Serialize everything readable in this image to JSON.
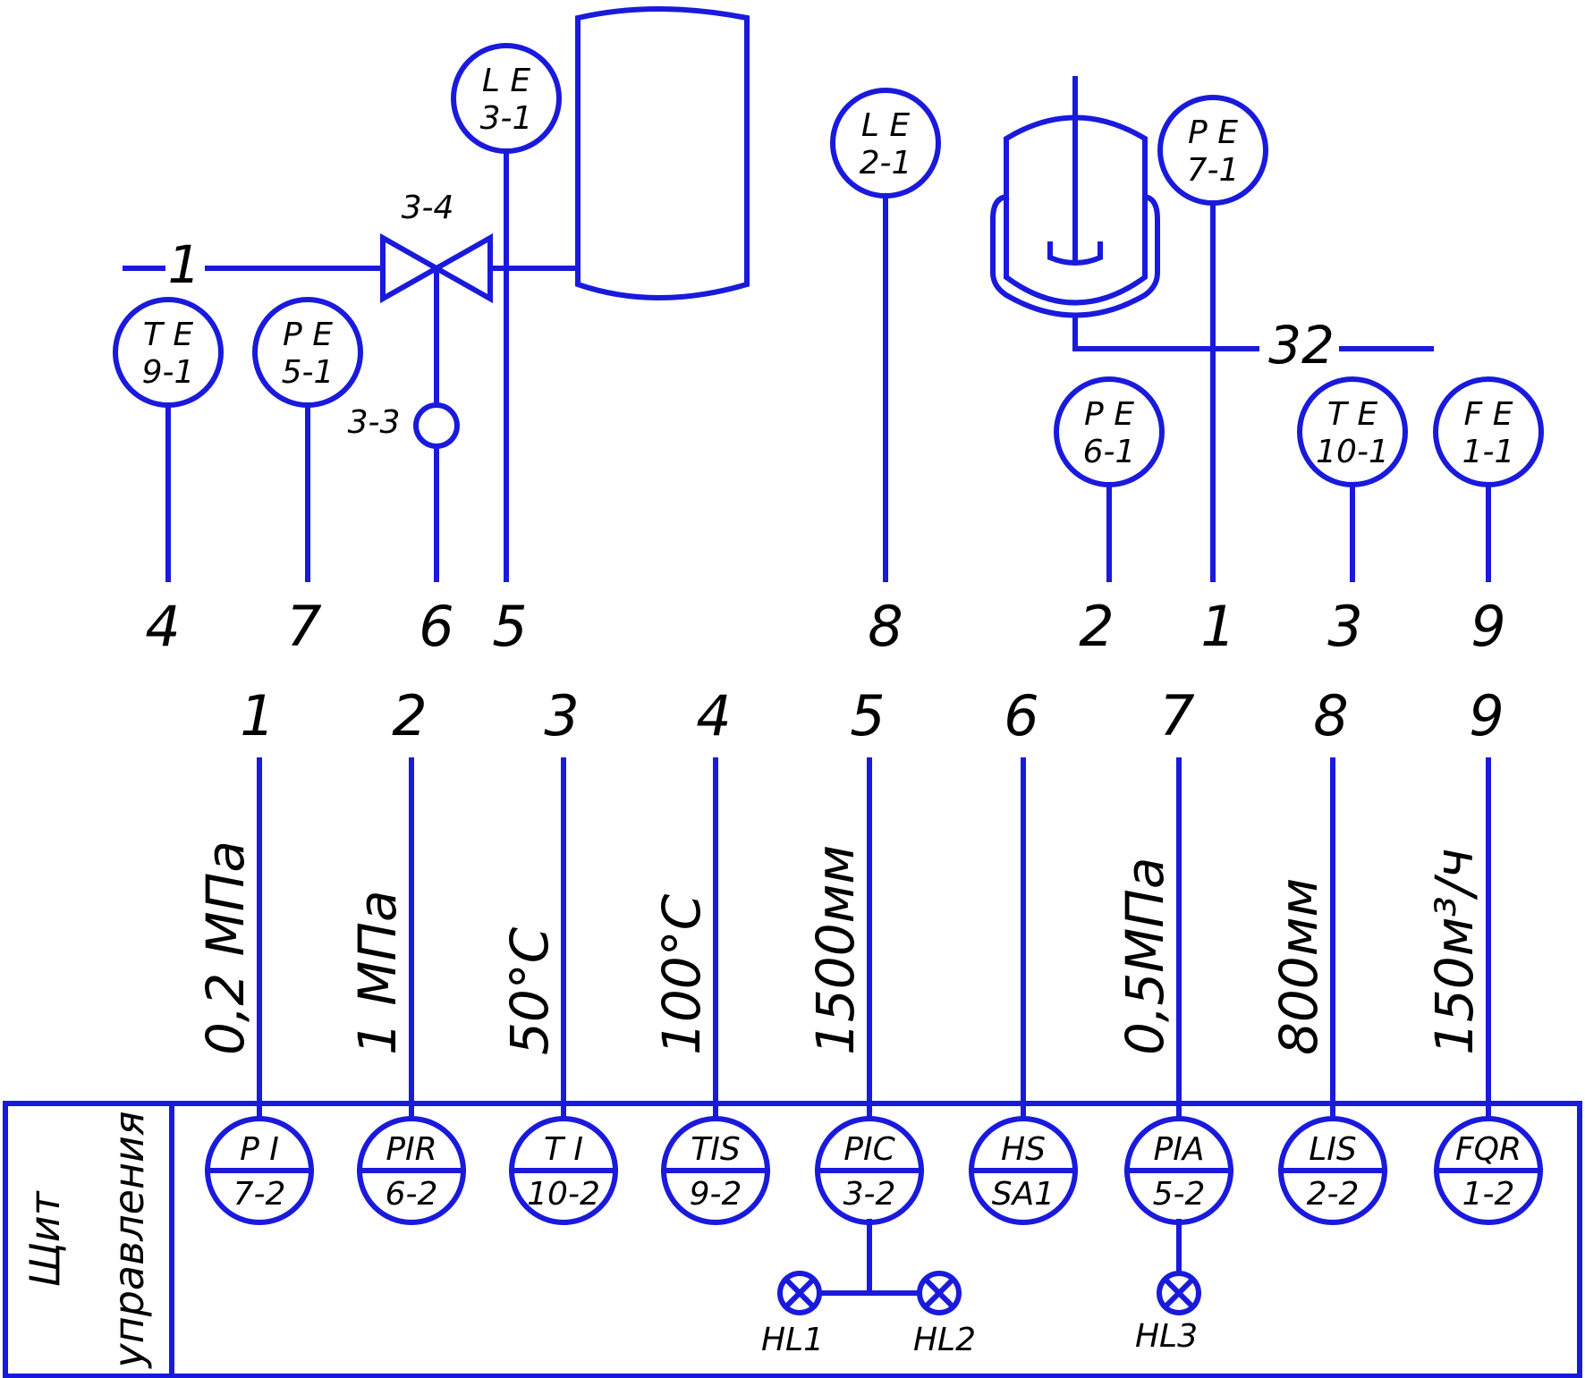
{
  "colors": {
    "line": "#1a1adc",
    "text": "#000000",
    "background": "#ffffff"
  },
  "pipeline_labels": {
    "left": "1",
    "right": "32"
  },
  "valve": {
    "label": "3-4",
    "actuator_label": "3-3"
  },
  "field_instruments": [
    {
      "id": "te-9-1",
      "top": "T E",
      "bottom": "9-1",
      "cable": "4"
    },
    {
      "id": "pe-5-1",
      "top": "P E",
      "bottom": "5-1",
      "cable": "7"
    },
    {
      "id": "le-3-1",
      "top": "L E",
      "bottom": "3-1",
      "cable": "5"
    },
    {
      "id": "le-2-1",
      "top": "L E",
      "bottom": "2-1",
      "cable": "8"
    },
    {
      "id": "pe-7-1",
      "top": "P E",
      "bottom": "7-1",
      "cable": "1"
    },
    {
      "id": "pe-6-1",
      "top": "P E",
      "bottom": "6-1",
      "cable": "2"
    },
    {
      "id": "te-10-1",
      "top": "T E",
      "bottom": "10-1",
      "cable": "3"
    },
    {
      "id": "fe-1-1",
      "top": "F E",
      "bottom": "1-1",
      "cable": "9"
    }
  ],
  "valve_cable": "6",
  "panel_title_line1": "Щит",
  "panel_title_line2": "управления",
  "channels": [
    {
      "num": "1",
      "value": "0,2 МПа",
      "top": "P I",
      "bottom": "7-2"
    },
    {
      "num": "2",
      "value": "1 МПа",
      "top": "PIR",
      "bottom": "6-2"
    },
    {
      "num": "3",
      "value": "50°C",
      "top": "T I",
      "bottom": "10-2"
    },
    {
      "num": "4",
      "value": "100°C",
      "top": "TIS",
      "bottom": "9-2"
    },
    {
      "num": "5",
      "value": "1500мм",
      "top": "PIC",
      "bottom": "3-2"
    },
    {
      "num": "6",
      "value": "",
      "top": "HS",
      "bottom": "SA1"
    },
    {
      "num": "7",
      "value": "0,5МПа",
      "top": "PIA",
      "bottom": "5-2"
    },
    {
      "num": "8",
      "value": "800мм",
      "top": "LIS",
      "bottom": "2-2"
    },
    {
      "num": "9",
      "value": "150м³/ч",
      "top": "FQR",
      "bottom": "1-2"
    }
  ],
  "signal_lamps": [
    "HL1",
    "HL2",
    "HL3"
  ]
}
